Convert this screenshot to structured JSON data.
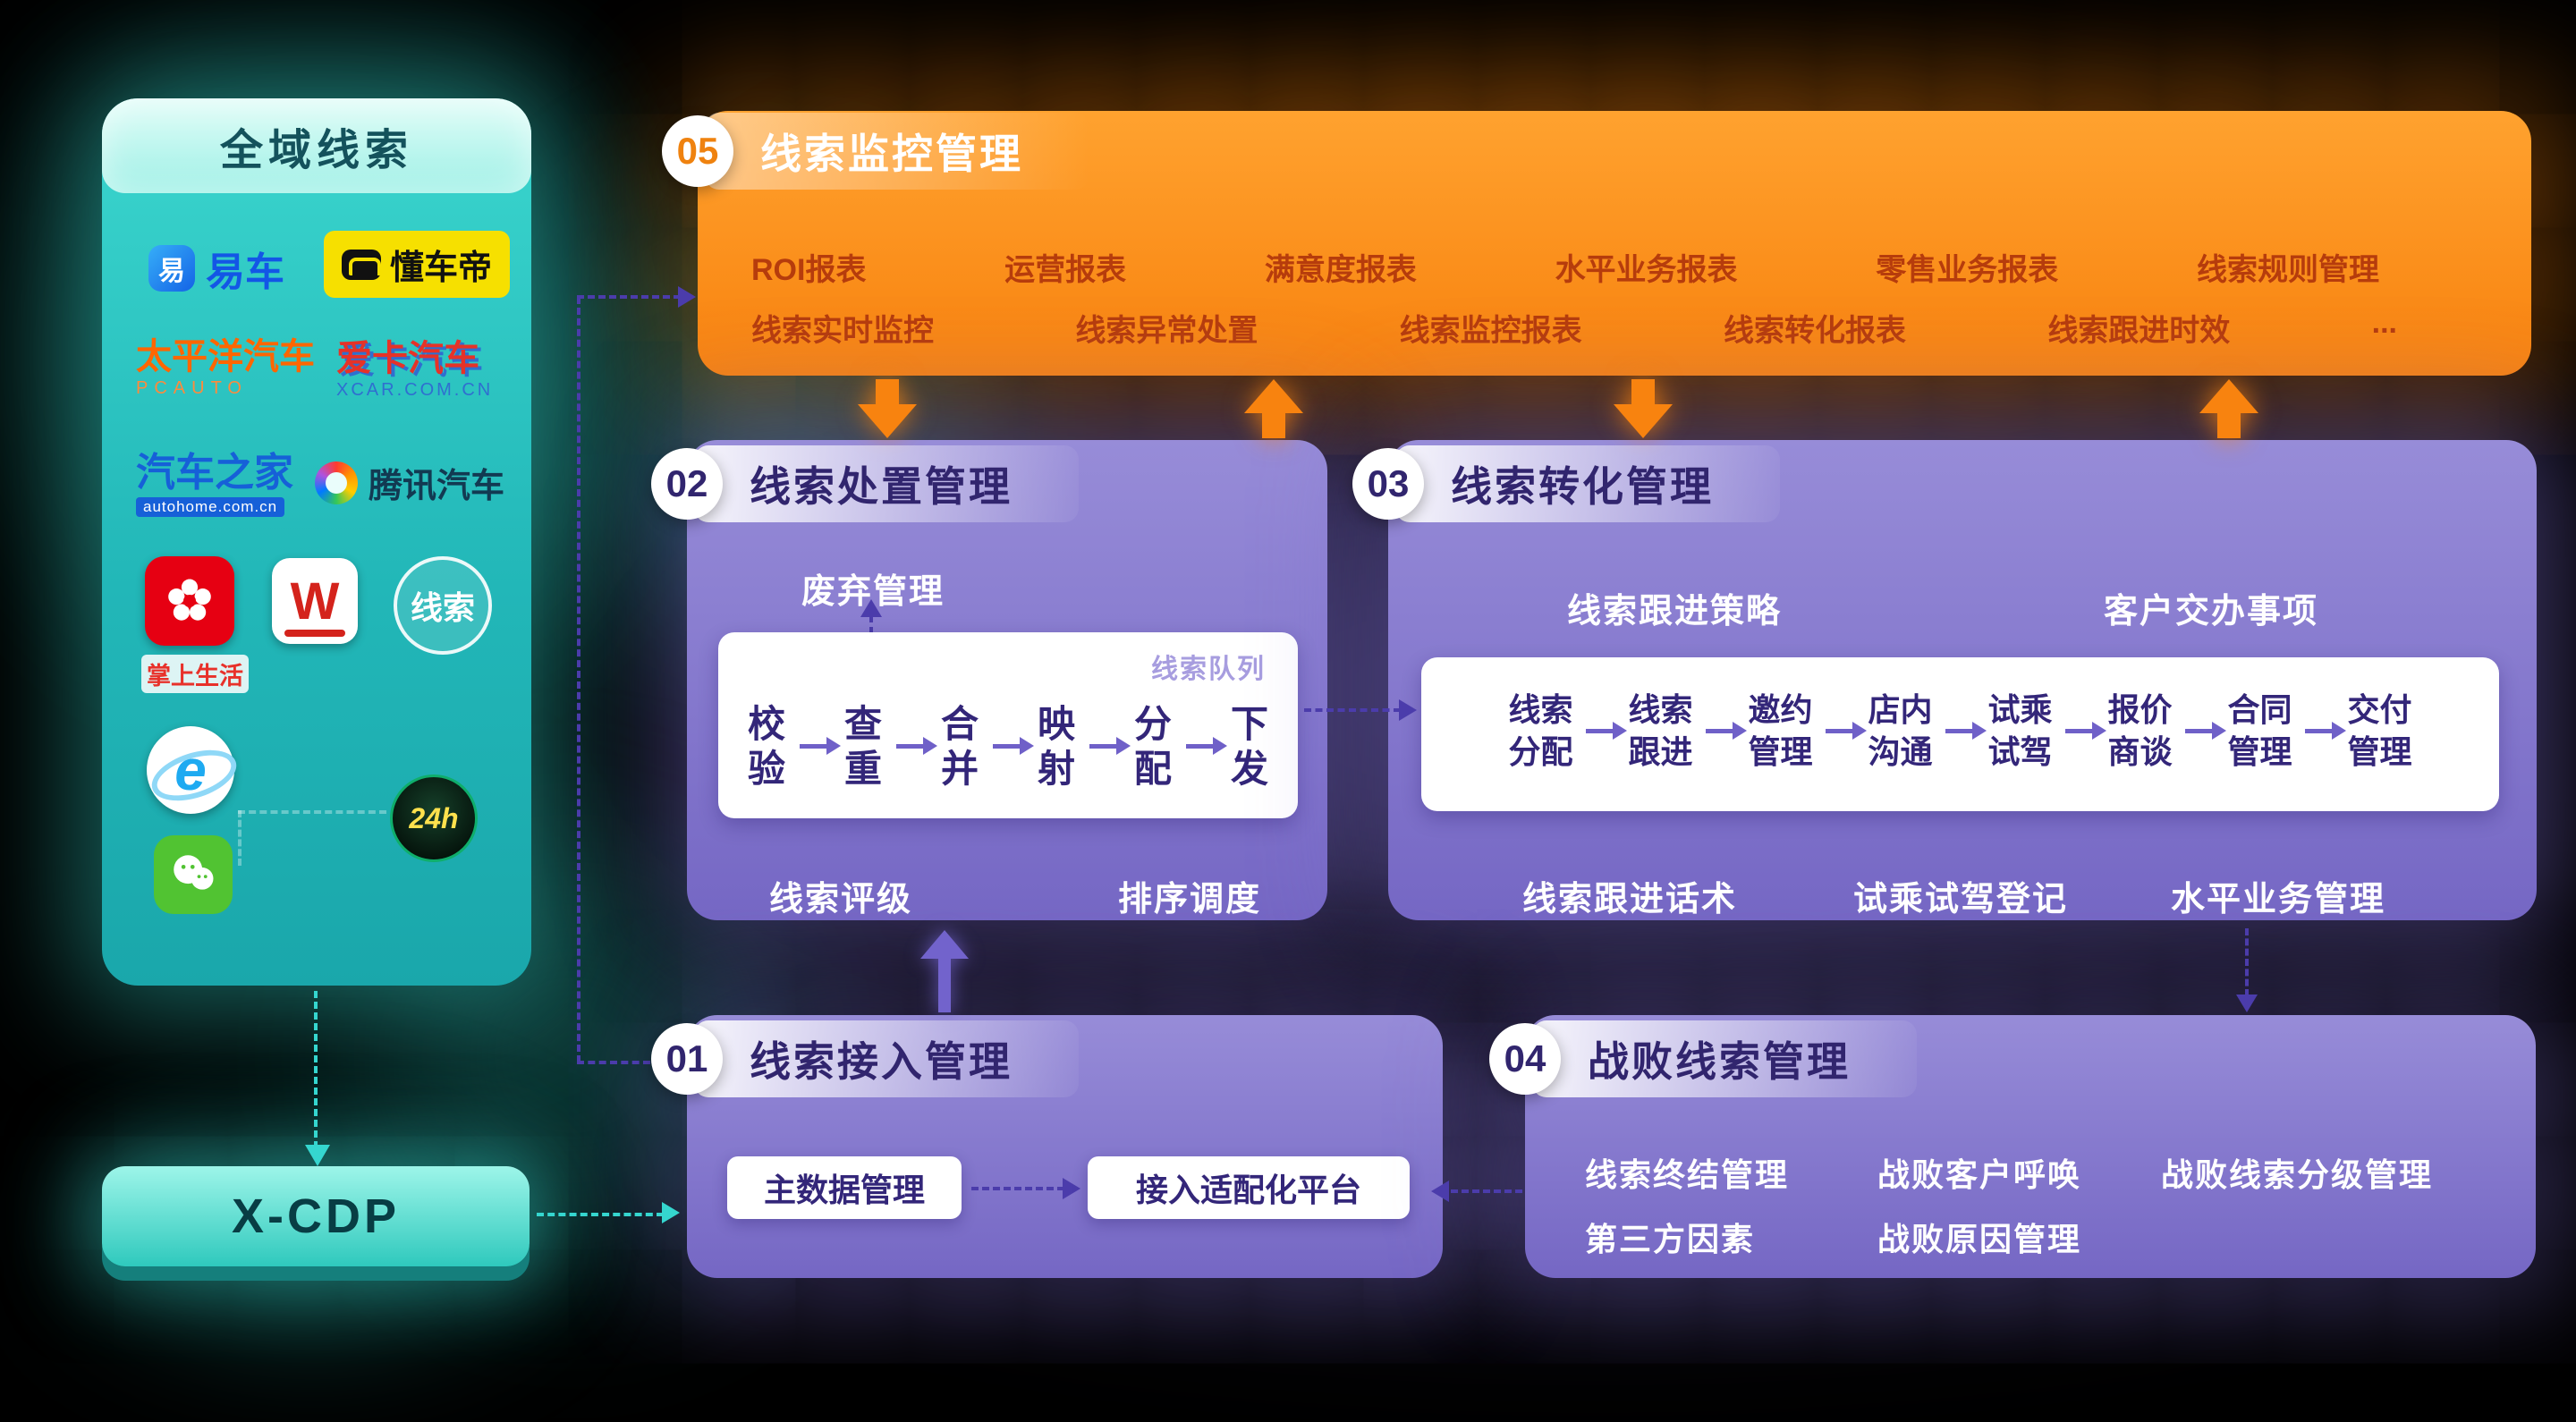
{
  "colors": {
    "teal": "#2fd0c8",
    "orange": "#f8830f",
    "purple": "#8478cf",
    "deep_purple": "#31256e",
    "item_orange": "#b63c0c"
  },
  "sidebar": {
    "title": "全域线索",
    "logos": {
      "yiche_icon": "易",
      "yiche": "易车",
      "dongchedi": "懂车帝",
      "pcauto": "太平洋汽车",
      "pcauto_sub": "PCAUTO",
      "xcar": "爱卡汽车",
      "xcar_sub": "XCAR.COM.CN",
      "autohome": "汽车之家",
      "autohome_sub": "autohome.com.cn",
      "tencent": "腾讯汽车",
      "zhangshang": "掌上生活",
      "w_icon": "W",
      "xiansuo": "线索",
      "ie_icon": "e",
      "h24": "24h"
    }
  },
  "xcdp": {
    "label": "X-CDP"
  },
  "blocks": {
    "b05": {
      "number": "05",
      "title": "线索监控管理",
      "row1": [
        "ROI报表",
        "运营报表",
        "满意度报表",
        "水平业务报表",
        "零售业务报表",
        "线索规则管理"
      ],
      "row2": [
        "线索实时监控",
        "线索异常处置",
        "线索监控报表",
        "线索转化报表",
        "线索跟进时效",
        "..."
      ]
    },
    "b02": {
      "number": "02",
      "title": "线索处置管理",
      "discard": "废弃管理",
      "queue": "线索队列",
      "steps": [
        "校验",
        "查重",
        "合并",
        "映射",
        "分配",
        "下发"
      ],
      "bottom": [
        "线索评级",
        "排序调度"
      ]
    },
    "b03": {
      "number": "03",
      "title": "线索转化管理",
      "top": [
        "线索跟进策略",
        "客户交办事项"
      ],
      "steps": [
        "线索分配",
        "线索跟进",
        "邀约管理",
        "店内沟通",
        "试乘试驾",
        "报价商谈",
        "合同管理",
        "交付管理"
      ],
      "bottom": [
        "线索跟进话术",
        "试乘试驾登记",
        "水平业务管理"
      ]
    },
    "b01": {
      "number": "01",
      "title": "线索接入管理",
      "box1": "主数据管理",
      "box2": "接入适配化平台"
    },
    "b04": {
      "number": "04",
      "title": "战败线索管理",
      "row1": [
        "线索终结管理",
        "战败客户呼唤",
        "战败线索分级管理"
      ],
      "row2": [
        "第三方因素",
        "战败原因管理"
      ]
    }
  }
}
